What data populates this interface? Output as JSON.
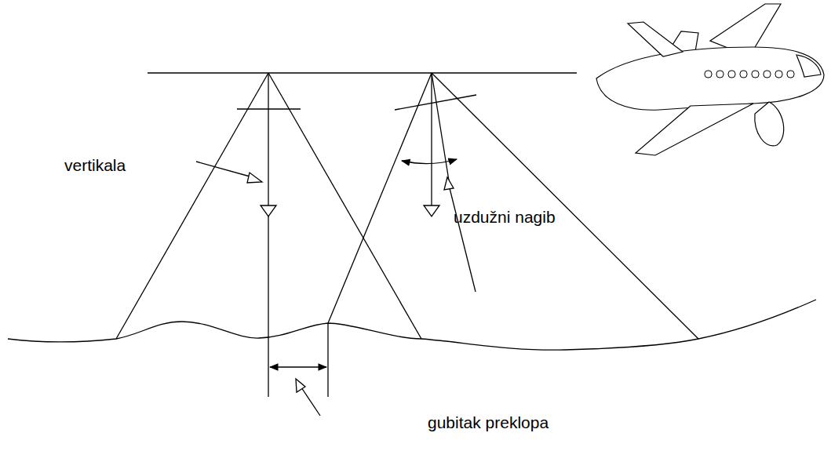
{
  "diagram": {
    "labels": [
      "vertikala",
      "uzdužni nagib",
      "gubitak preklopa"
    ]
  }
}
